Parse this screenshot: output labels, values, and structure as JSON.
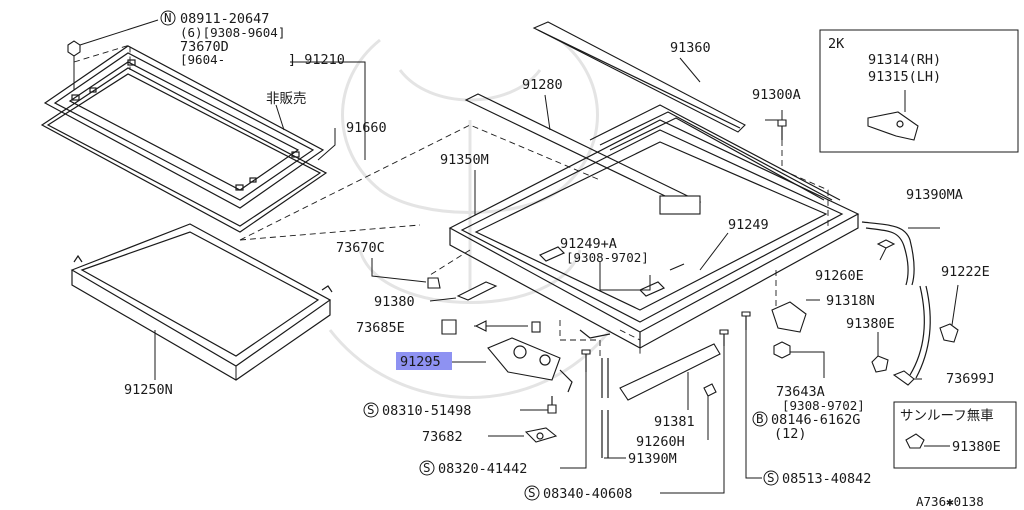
{
  "labels": {
    "n08911": "08911-20647",
    "n08911_qty": "(6)[9308-9604]",
    "n73670d": "73670D",
    "n73670d_date_a": "[9604-",
    "n73670d_date_b": "] 91210",
    "hihanbai": "非販売",
    "n91660": "91660",
    "n91250n": "91250N",
    "n91360": "91360",
    "n91280": "91280",
    "n91300a": "91300A",
    "variant_2k": "2K",
    "n91314": "91314(RH)",
    "n91315": "91315(LH)",
    "n91350m": "91350M",
    "n91249": "91249",
    "n91249a": "91249+A",
    "n91249a_date": "[9308-9702]",
    "n91390ma": "91390MA",
    "n73670c": "73670C",
    "n91380": "91380",
    "n73685e": "73685E",
    "n91260e": "91260E",
    "n91222e": "91222E",
    "n91318n": "91318N",
    "n91380e_a": "91380E",
    "n91295": "91295",
    "n73643a": "73643A",
    "n73643a_date": "[9308-9702]",
    "n08146": "08146-6162G",
    "n08146_qty": "(12)",
    "n73699j": "73699J",
    "n08310": "08310-51498",
    "n91381": "91381",
    "n73682": "73682",
    "n91260h": "91260H",
    "n91390m": "91390M",
    "n08320": "08320-41442",
    "n08340": "08340-40608",
    "n08513": "08513-40842",
    "sunroof_none": "サンルーフ無車",
    "n91380e_b": "91380E",
    "diagram_code": "A736✱0138"
  },
  "prefix_marks": {
    "n": "N",
    "s": "S",
    "b": "B"
  },
  "colors": {
    "highlight": "#7a7ff0",
    "line": "#1a1a1a",
    "watermark": "#e4e4e4"
  }
}
